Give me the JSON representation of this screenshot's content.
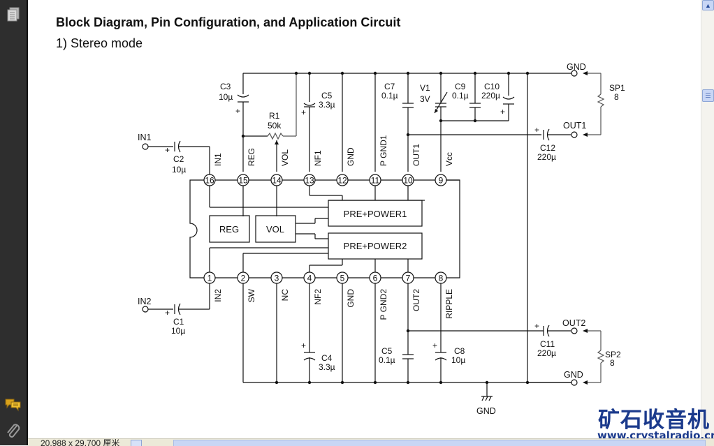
{
  "sidebar": {
    "icons": [
      {
        "name": "pages-icon"
      },
      {
        "name": "comments-icon"
      },
      {
        "name": "attachments-icon"
      }
    ]
  },
  "document": {
    "heading": "Block Diagram, Pin Configuration, and Application Circuit",
    "subheading": "1)  Stereo mode"
  },
  "schematic": {
    "top_pins": [
      {
        "num": "16",
        "label": "IN1"
      },
      {
        "num": "15",
        "label": "REG"
      },
      {
        "num": "14",
        "label": "VOL"
      },
      {
        "num": "13",
        "label": "NF1"
      },
      {
        "num": "12",
        "label": "GND"
      },
      {
        "num": "11",
        "label": "P GND1"
      },
      {
        "num": "10",
        "label": "OUT1"
      },
      {
        "num": "9",
        "label": "Vcc"
      }
    ],
    "bottom_pins": [
      {
        "num": "1",
        "label": "IN2"
      },
      {
        "num": "2",
        "label": "SW"
      },
      {
        "num": "3",
        "label": "NC"
      },
      {
        "num": "4",
        "label": "NF2"
      },
      {
        "num": "5",
        "label": "GND"
      },
      {
        "num": "6",
        "label": "P GND2"
      },
      {
        "num": "7",
        "label": "OUT2"
      },
      {
        "num": "8",
        "label": "RIPPLE"
      }
    ],
    "blocks": {
      "pre_power1": "PRE+POWER1",
      "pre_power2": "PRE+POWER2",
      "reg": "REG",
      "vol": "VOL"
    },
    "components": {
      "c1": {
        "name": "C1",
        "value": "10µ"
      },
      "c2": {
        "name": "C2",
        "value": "10µ"
      },
      "c3": {
        "name": "C3",
        "value": "10µ"
      },
      "c4": {
        "name": "C4",
        "value": "3.3µ"
      },
      "c5_top": {
        "name": "C5",
        "value": "3.3µ"
      },
      "c5_bot": {
        "name": "C5",
        "value": "0.1µ"
      },
      "c7": {
        "name": "C7",
        "value": "0.1µ"
      },
      "c8": {
        "name": "C8",
        "value": "10µ"
      },
      "c9": {
        "name": "C9",
        "value": "0.1µ"
      },
      "c10": {
        "name": "C10",
        "value": "220µ"
      },
      "c11": {
        "name": "C11",
        "value": "220µ"
      },
      "c12": {
        "name": "C12",
        "value": "220µ"
      },
      "r1": {
        "name": "R1",
        "value": "50k"
      },
      "v1": {
        "name": "V1",
        "value": "3V"
      },
      "sp1": {
        "name": "SP1",
        "value": "8"
      },
      "sp2": {
        "name": "SP2",
        "value": "8"
      }
    },
    "terminals": {
      "in1": "IN1",
      "in2": "IN2",
      "out1": "OUT1",
      "out2": "OUT2",
      "gnd_top": "GND",
      "gnd_bottom": "GND",
      "gnd_earth": "GND"
    },
    "plus": "+"
  },
  "statusbar": {
    "page_size": "20.988 x 29.700 厘米"
  },
  "watermark": {
    "chinese": "矿石收音机",
    "url": "www.crystalradio.cn"
  }
}
